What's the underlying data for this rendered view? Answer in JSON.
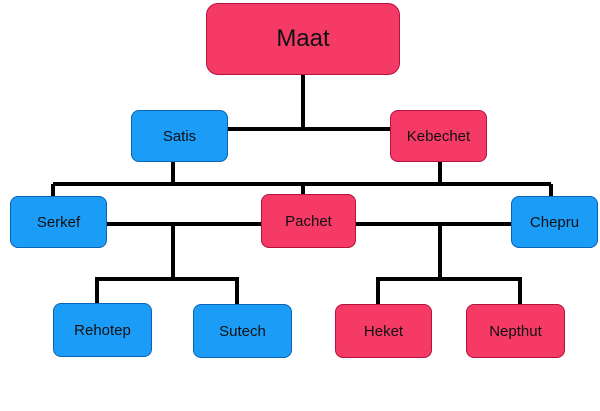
{
  "colors": {
    "pink": "#f53a66",
    "blue": "#1a9cf7",
    "line": "#000000"
  },
  "nodes": {
    "maat": "Maat",
    "satis": "Satis",
    "kebechet": "Kebechet",
    "serkef": "Serkef",
    "pachet": "Pachet",
    "chepru": "Chepru",
    "rehotep": "Rehotep",
    "sutech": "Sutech",
    "heket": "Heket",
    "nepthut": "Nepthut"
  }
}
